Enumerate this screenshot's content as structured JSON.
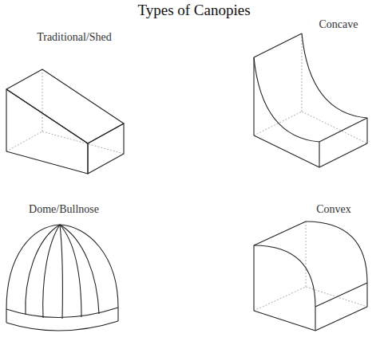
{
  "diagram": {
    "title": "Types of Canopies",
    "labels": [
      "Traditional/Shed",
      "Concave",
      "Dome/Bullnose",
      "Convex"
    ]
  }
}
